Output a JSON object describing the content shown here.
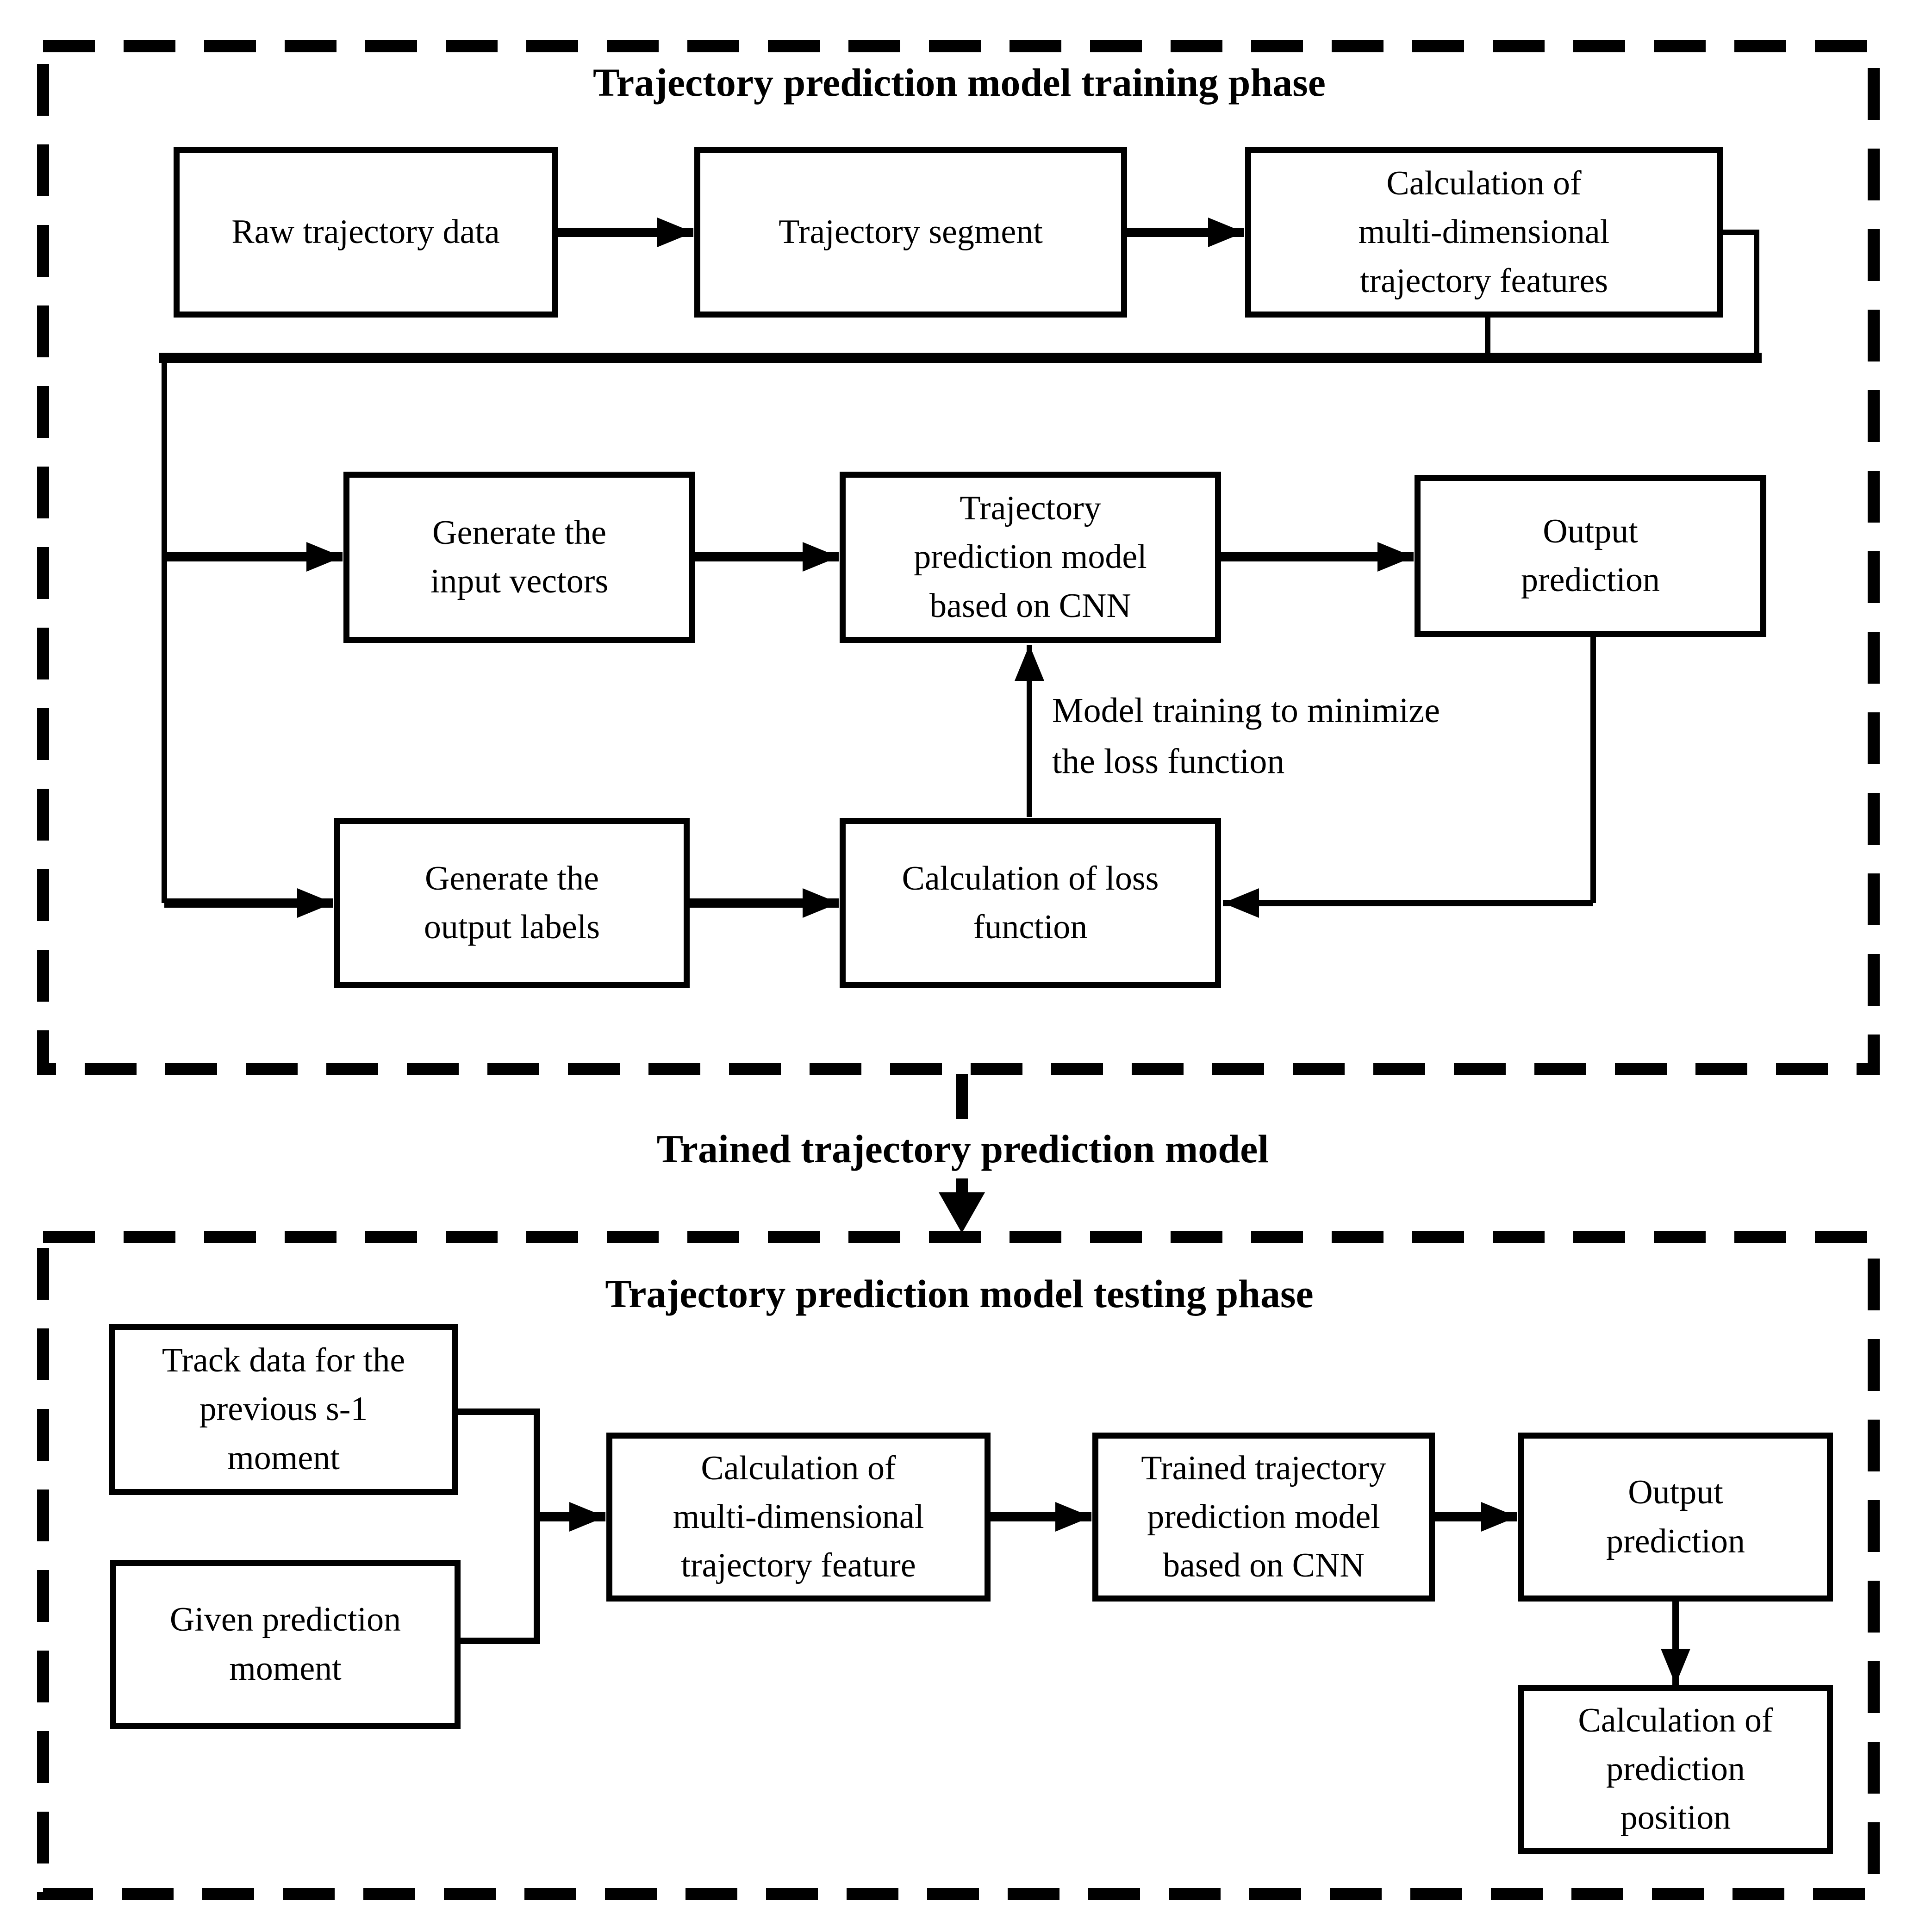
{
  "diagram": {
    "colors": {
      "ink": "#000000",
      "background": "#ffffff"
    },
    "training": {
      "title": "Trajectory prediction model training phase",
      "nodes": {
        "raw": "Raw trajectory data",
        "segment": "Trajectory segment",
        "calc_features": "Calculation of\nmulti-dimensional\ntrajectory features",
        "input_vectors": "Generate the\ninput vectors",
        "cnn_model": "Trajectory\nprediction model\nbased on CNN",
        "output_prediction": "Output\nprediction",
        "output_labels": "Generate the\noutput labels",
        "loss_function": "Calculation of loss\nfunction"
      },
      "annotation": "Model training to minimize\nthe loss function"
    },
    "transition": {
      "label": "Trained trajectory prediction model"
    },
    "testing": {
      "title": "Trajectory prediction model testing phase",
      "nodes": {
        "track_data": "Track data for the\nprevious s-1\nmoment",
        "given_moment": "Given prediction\nmoment",
        "calc_feature": "Calculation of\nmulti-dimensional\ntrajectory feature",
        "trained_cnn": "Trained trajectory\nprediction model\nbased on CNN",
        "output_prediction": "Output\nprediction",
        "calc_position": "Calculation of\nprediction\nposition"
      }
    }
  }
}
